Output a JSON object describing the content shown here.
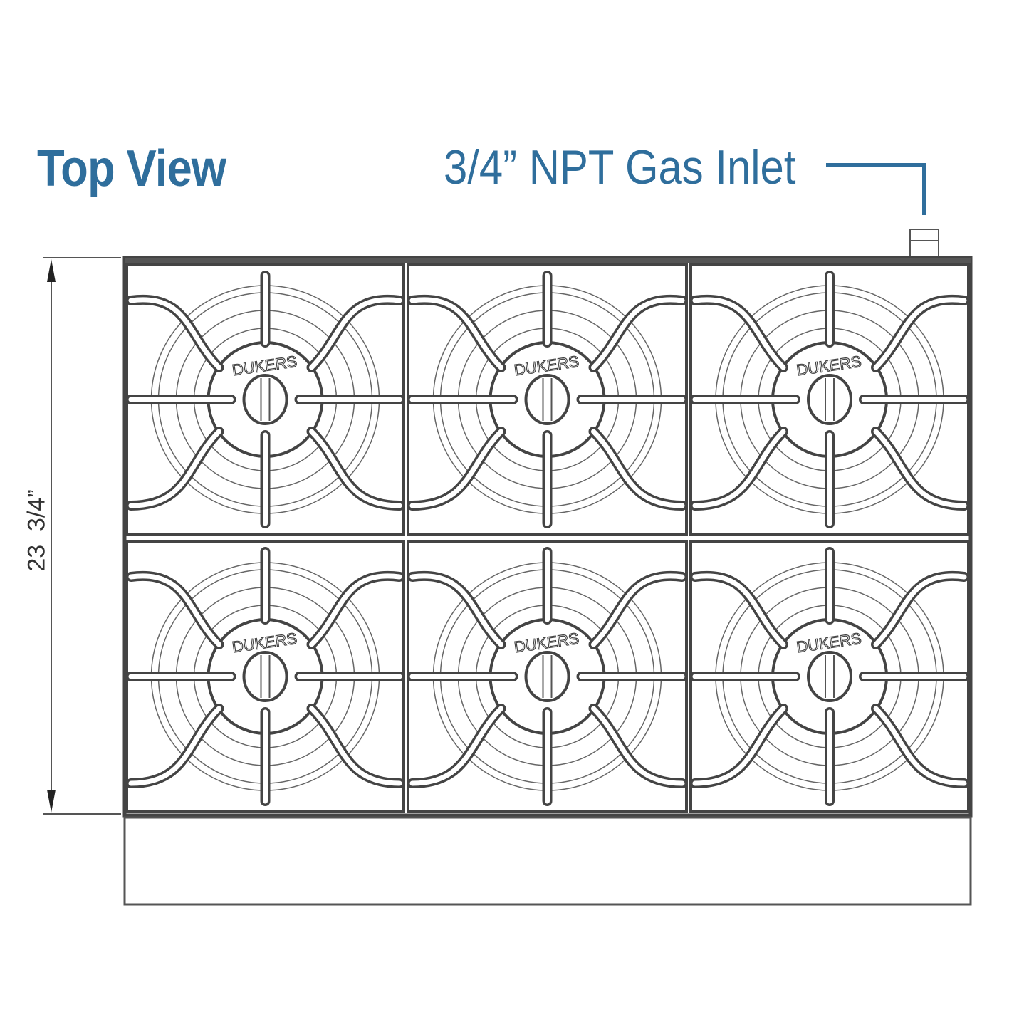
{
  "title": "Top View",
  "gas_inlet_label": "3/4” NPT Gas Inlet",
  "depth_dimension": "23  3/4”",
  "burner_brand": "DUKERS",
  "burner_count": 6,
  "colors": {
    "accent": "#2f6e9c",
    "line": "#444444"
  }
}
